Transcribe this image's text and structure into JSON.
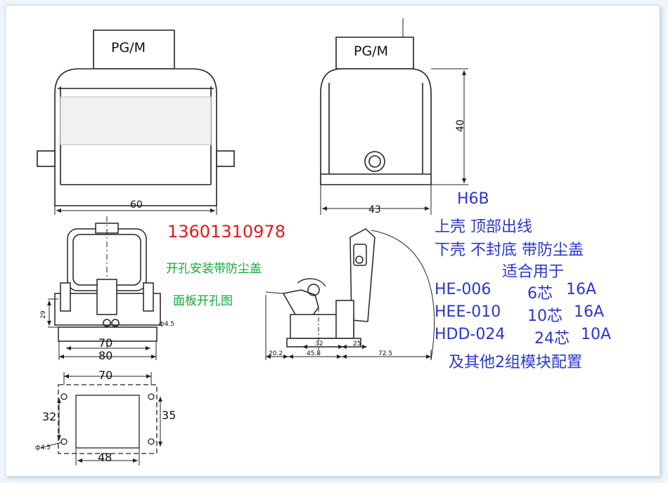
{
  "drawings": {
    "front_view": {
      "gland_label": "PG/M",
      "width_label": "60"
    },
    "side_view": {
      "gland_label": "PG/M",
      "width_label": "43",
      "height_label": "40"
    },
    "bottom_left": {
      "dim_29": "29",
      "dim_70": "70",
      "dim_80": "80",
      "hole_label": "ф4.5"
    },
    "panel_cutout": {
      "dim_70": "70",
      "dim_32": "32",
      "dim_35": "35",
      "dim_48": "48",
      "hole_label": "ф4.5"
    },
    "lid_view": {
      "dim_32": "32",
      "dim_25": "25",
      "dim_20_2": "20.2",
      "dim_45_8": "45.8",
      "dim_72_5": "72.5"
    }
  },
  "phone": "13601310978",
  "notes": {
    "mount_note": "开孔安装带防尘盖",
    "cutout_note": "面板开孔图"
  },
  "spec": {
    "model": "H6B",
    "upper_shell": "上壳 顶部出线",
    "lower_shell": "下壳 不封底 带防尘盖",
    "applicable": "适合用于",
    "rows": [
      {
        "name": "HE-006",
        "cores": "6芯",
        "current": "16A"
      },
      {
        "name": "HEE-010",
        "cores": "10芯",
        "current": "16A"
      },
      {
        "name": "HDD-024",
        "cores": "24芯",
        "current": "10A"
      }
    ],
    "footer": "及其他2组模块配置"
  },
  "colors": {
    "spec_blue": "#2a37c8",
    "phone_red": "#e21a1a",
    "note_green": "#12a83a"
  }
}
